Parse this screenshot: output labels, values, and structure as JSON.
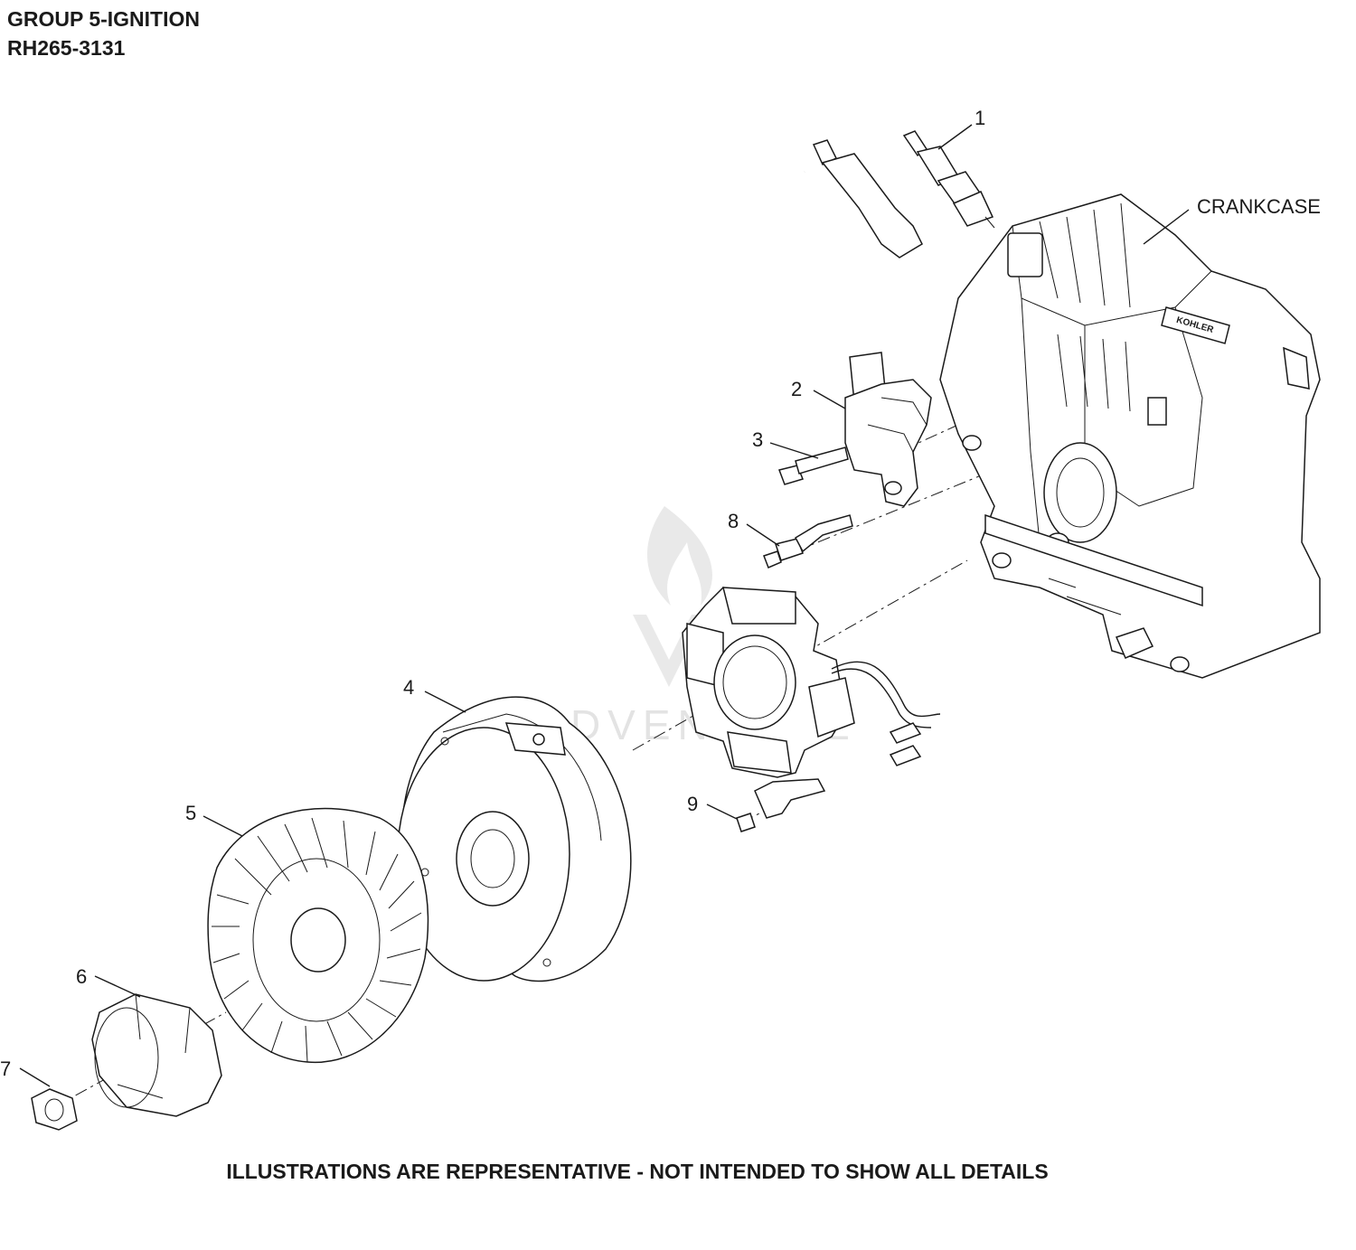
{
  "header": {
    "group_title": "GROUP 5-IGNITION",
    "model_number": "RH265-3131"
  },
  "footer_note": "ILLUSTRATIONS ARE REPRESENTATIVE - NOT INTENDED TO SHOW ALL DETAILS",
  "callouts": {
    "spark_plug": "1",
    "ignition_module": "2",
    "module_screw": "3",
    "flywheel": "4",
    "fan": "5",
    "fan_cup": "6",
    "flywheel_nut": "7",
    "stator_stud": "8",
    "stator_nut": "9",
    "crankcase": "CRANKCASE"
  },
  "crankcase_logo": "KOHLER",
  "watermark": "LEADVENTURE"
}
